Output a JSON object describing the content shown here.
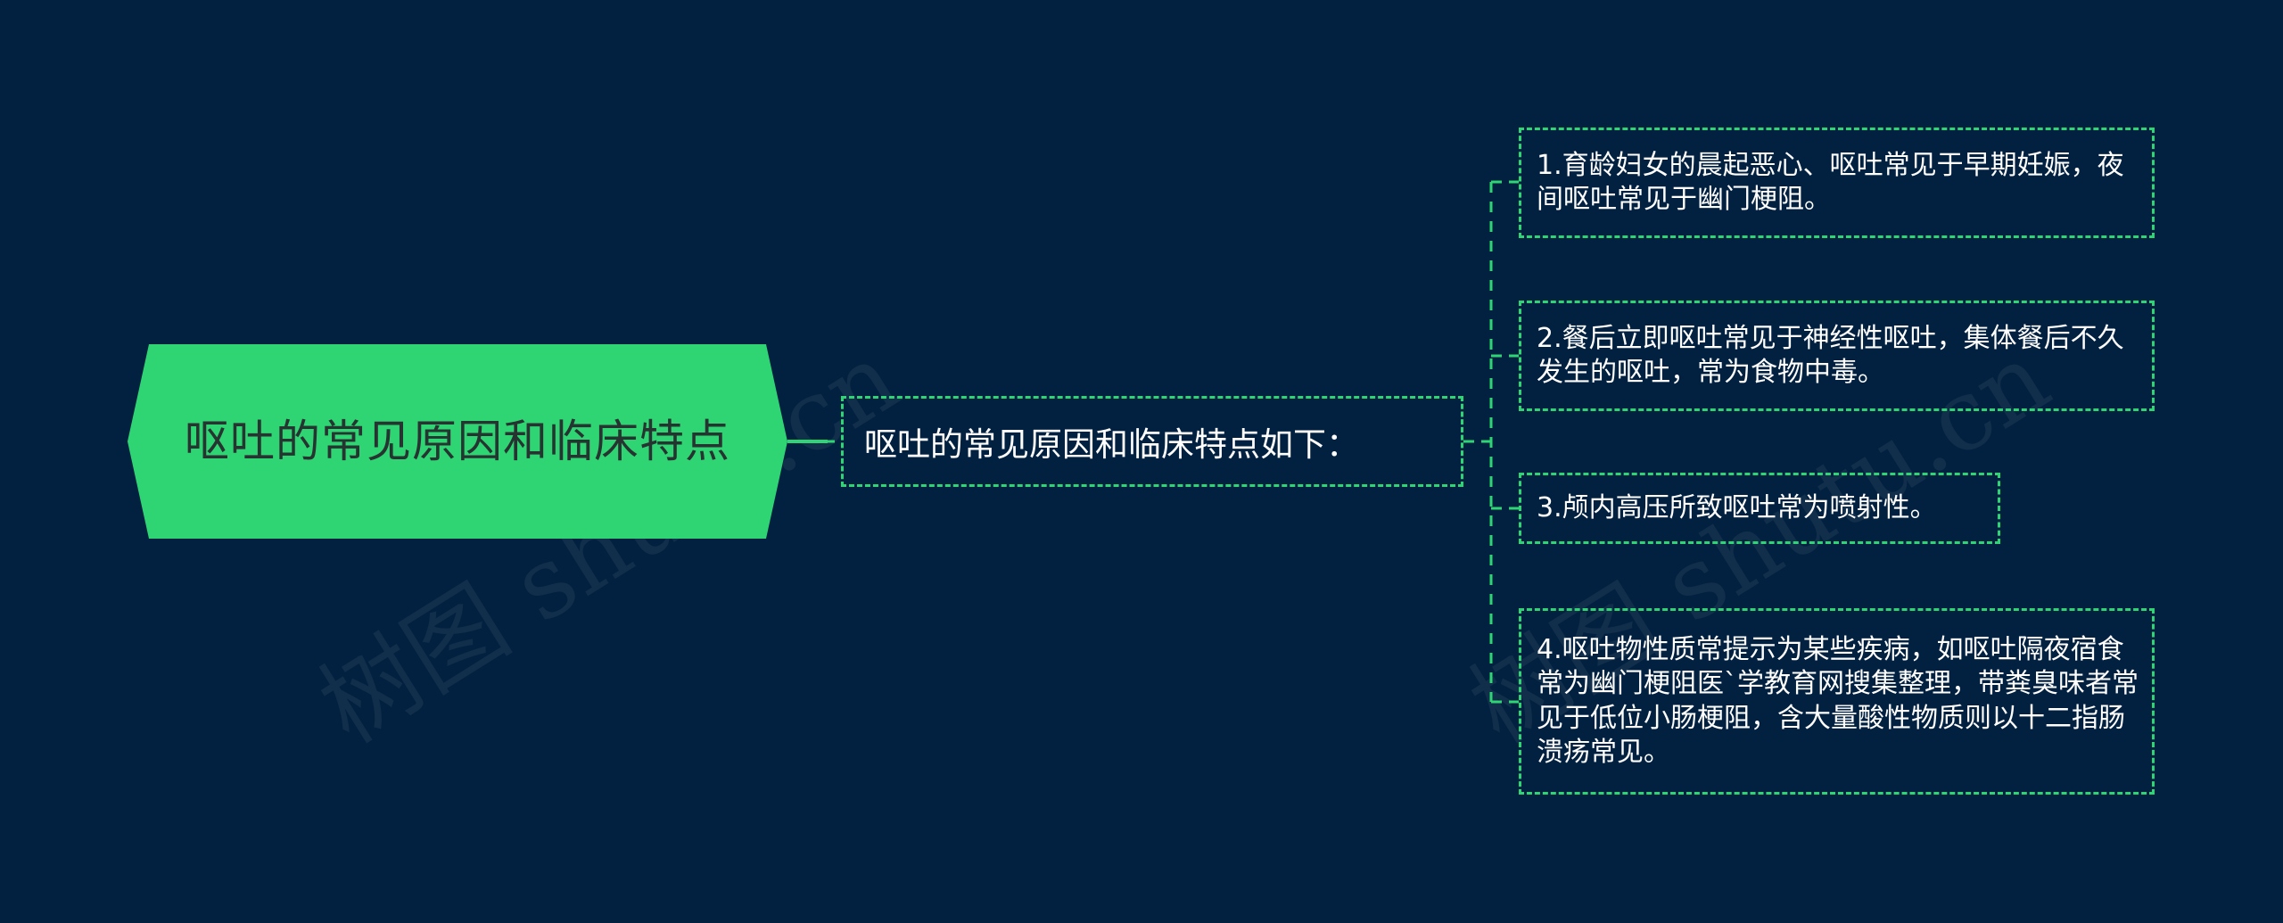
{
  "mindmap": {
    "root": {
      "label": "呕吐的常见原因和临床特点"
    },
    "summary": {
      "label": "呕吐的常见原因和临床特点如下："
    },
    "items": [
      {
        "label": "1.育龄妇女的晨起恶心、呕吐常见于早期妊娠，夜间呕吐常见于幽门梗阻。"
      },
      {
        "label": "2.餐后立即呕吐常见于神经性呕吐，集体餐后不久发生的呕吐，常为食物中毒。"
      },
      {
        "label": "3.颅内高压所致呕吐常为喷射性。"
      },
      {
        "label": "4.呕吐物性质常提示为某些疾病，如呕吐隔夜宿食常为幽门梗阻医`学教育网搜集整理，带粪臭味者常见于低位小肠梗阻，含大量酸性物质则以十二指肠溃疡常见。"
      }
    ]
  },
  "watermarks": [
    "树图 shutu.cn",
    "树图 shutu.cn"
  ],
  "colors": {
    "background": "#022141",
    "root_fill": "#2fd573",
    "root_text": "#263331",
    "connector": "#2fd573",
    "node_text": "#ffffff"
  }
}
